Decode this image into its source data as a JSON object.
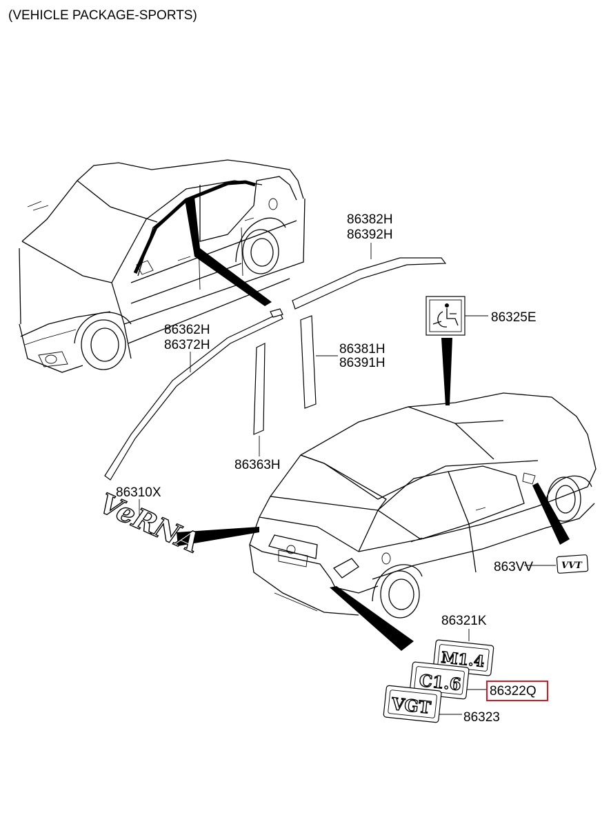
{
  "title": "(VEHICLE PACKAGE-SPORTS)",
  "labels": {
    "p86382H": "86382H",
    "p86392H": "86392H",
    "p86325E": "86325E",
    "p86362H": "86362H",
    "p86372H": "86372H",
    "p86381H": "86381H",
    "p86391H": "86391H",
    "p86363H": "86363H",
    "p86310X": "86310X",
    "p863VV": "863VV",
    "p86321K": "86321K",
    "p86322Q": "86322Q",
    "p86323": "86323"
  },
  "emblems": {
    "verna": "VeRNA",
    "vvt": "VVT",
    "mc14": "M1.4",
    "c16": "C1.6",
    "vgt": "VGT"
  },
  "highlighted_part": "86322Q",
  "colors": {
    "highlight": "#e0141e",
    "line": "#000000",
    "background": "#ffffff"
  }
}
